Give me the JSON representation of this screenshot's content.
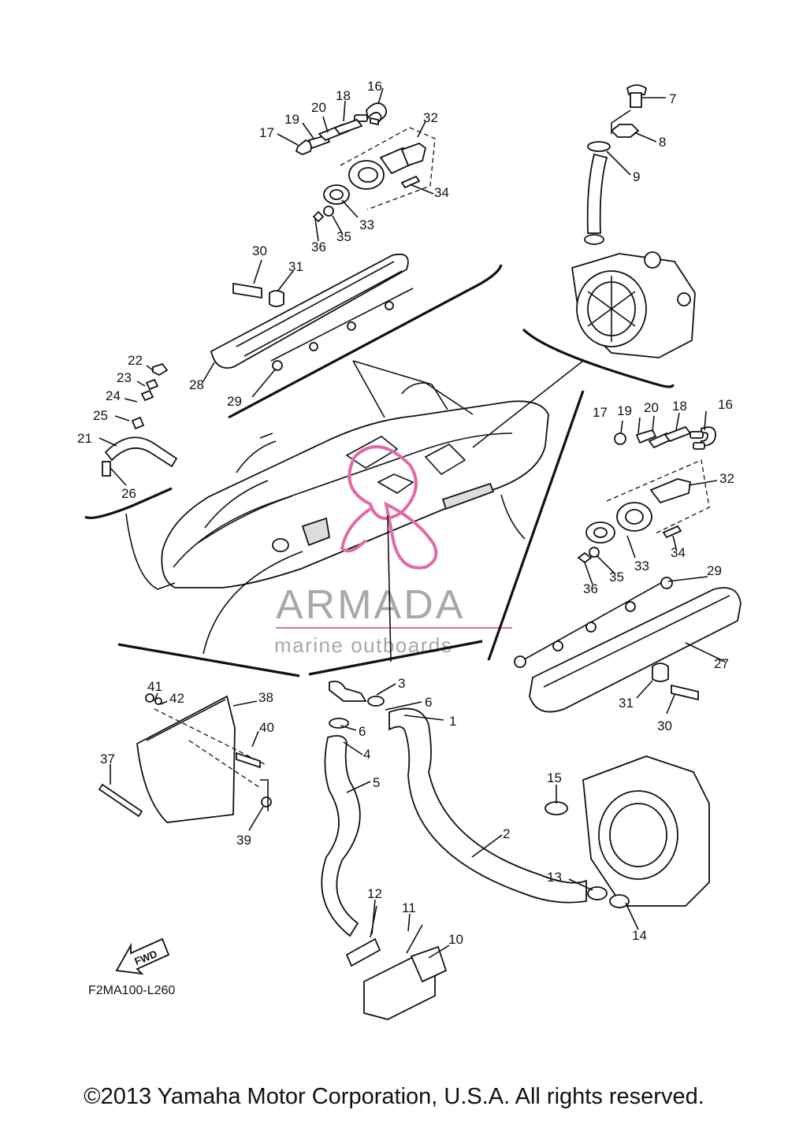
{
  "callouts": [
    "1",
    "2",
    "3",
    "4",
    "5",
    "6",
    "6",
    "7",
    "8",
    "9",
    "10",
    "11",
    "12",
    "13",
    "14",
    "15",
    "16",
    "16",
    "17",
    "17",
    "18",
    "18",
    "19",
    "19",
    "20",
    "20",
    "21",
    "22",
    "23",
    "24",
    "25",
    "26",
    "27",
    "28",
    "29",
    "29",
    "30",
    "30",
    "31",
    "31",
    "32",
    "32",
    "33",
    "33",
    "34",
    "34",
    "35",
    "35",
    "36",
    "36",
    "37",
    "38",
    "39",
    "40",
    "41",
    "42"
  ],
  "fwd_label": "FWD",
  "diagram_code": "F2MA100-L260",
  "watermark": {
    "brand": "ARMADA",
    "tagline": "marine outboards"
  },
  "copyright": "©2013 Yamaha Motor Corporation, U.S.A. All rights reserved.",
  "colors": {
    "line": "#111111",
    "watermark_text": "#a8a8a8",
    "watermark_logo": "#e06aa6"
  }
}
